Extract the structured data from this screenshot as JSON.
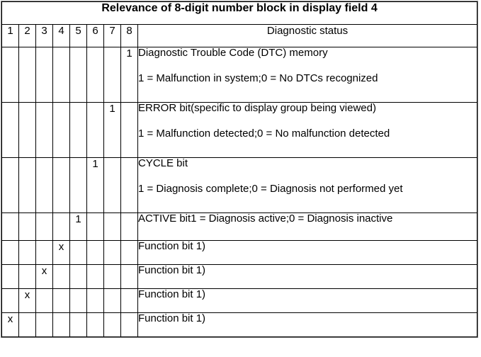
{
  "table": {
    "title": "Relevance of 8-digit number block in display field 4",
    "bit_columns": [
      "1",
      "2",
      "3",
      "4",
      "5",
      "6",
      "7",
      "8"
    ],
    "status_header": "Diagnostic status",
    "rows": [
      {
        "name": "dtc-memory-row",
        "marks": [
          "",
          "",
          "",
          "",
          "",
          "",
          "",
          "1"
        ],
        "line1": "Diagnostic Trouble Code (DTC) memory",
        "line2": "1 = Malfunction in system;0 = No DTCs recognized"
      },
      {
        "name": "error-bit-row",
        "marks": [
          "",
          "",
          "",
          "",
          "",
          "",
          "1",
          ""
        ],
        "line1": "ERROR bit(specific to display group being viewed)",
        "line2": "1 = Malfunction detected;0 = No malfunction detected"
      },
      {
        "name": "cycle-bit-row",
        "marks": [
          "",
          "",
          "",
          "",
          "",
          "1",
          "",
          ""
        ],
        "line1": "CYCLE bit",
        "line2": "1 = Diagnosis complete;0 = Diagnosis not performed yet"
      },
      {
        "name": "active-bit-row",
        "marks": [
          "",
          "",
          "",
          "",
          "1",
          "",
          "",
          ""
        ],
        "line1": "ACTIVE bit1 = Diagnosis active;0 = Diagnosis inactive",
        "line2": ""
      },
      {
        "name": "function-bit-row-4",
        "marks": [
          "",
          "",
          "",
          "x",
          "",
          "",
          "",
          ""
        ],
        "line1": "Function bit 1)",
        "line2": ""
      },
      {
        "name": "function-bit-row-3",
        "marks": [
          "",
          "",
          "x",
          "",
          "",
          "",
          "",
          ""
        ],
        "line1": "Function bit 1)",
        "line2": ""
      },
      {
        "name": "function-bit-row-2",
        "marks": [
          "",
          "x",
          "",
          "",
          "",
          "",
          "",
          ""
        ],
        "line1": "Function bit 1)",
        "line2": ""
      },
      {
        "name": "function-bit-row-1",
        "marks": [
          "x",
          "",
          "",
          "",
          "",
          "",
          "",
          ""
        ],
        "line1": "Function bit 1)",
        "line2": ""
      }
    ]
  },
  "colors": {
    "background": "#ffffff",
    "text": "#000000",
    "grid_line": "#000000",
    "outer_frame": "#7a7a7a"
  }
}
